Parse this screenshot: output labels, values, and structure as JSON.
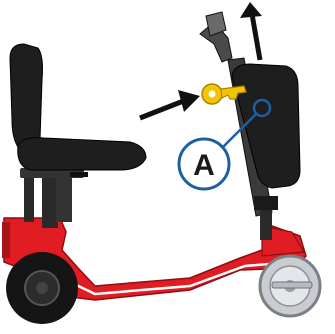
{
  "callout": {
    "label": "A"
  },
  "colors": {
    "frame_red": "#e21c23",
    "frame_red_dark": "#a8141a",
    "seat_black": "#1e1e1e",
    "tire_black": "#151515",
    "key_yellow": "#f5c400",
    "callout_blue": "#1d5fa0",
    "wheel_silver": "#c9ccd1"
  },
  "icons": {
    "key": "key-icon",
    "pointer": "arrow-pointer",
    "lift": "arrow-up",
    "part_marker": "callout-circle"
  }
}
